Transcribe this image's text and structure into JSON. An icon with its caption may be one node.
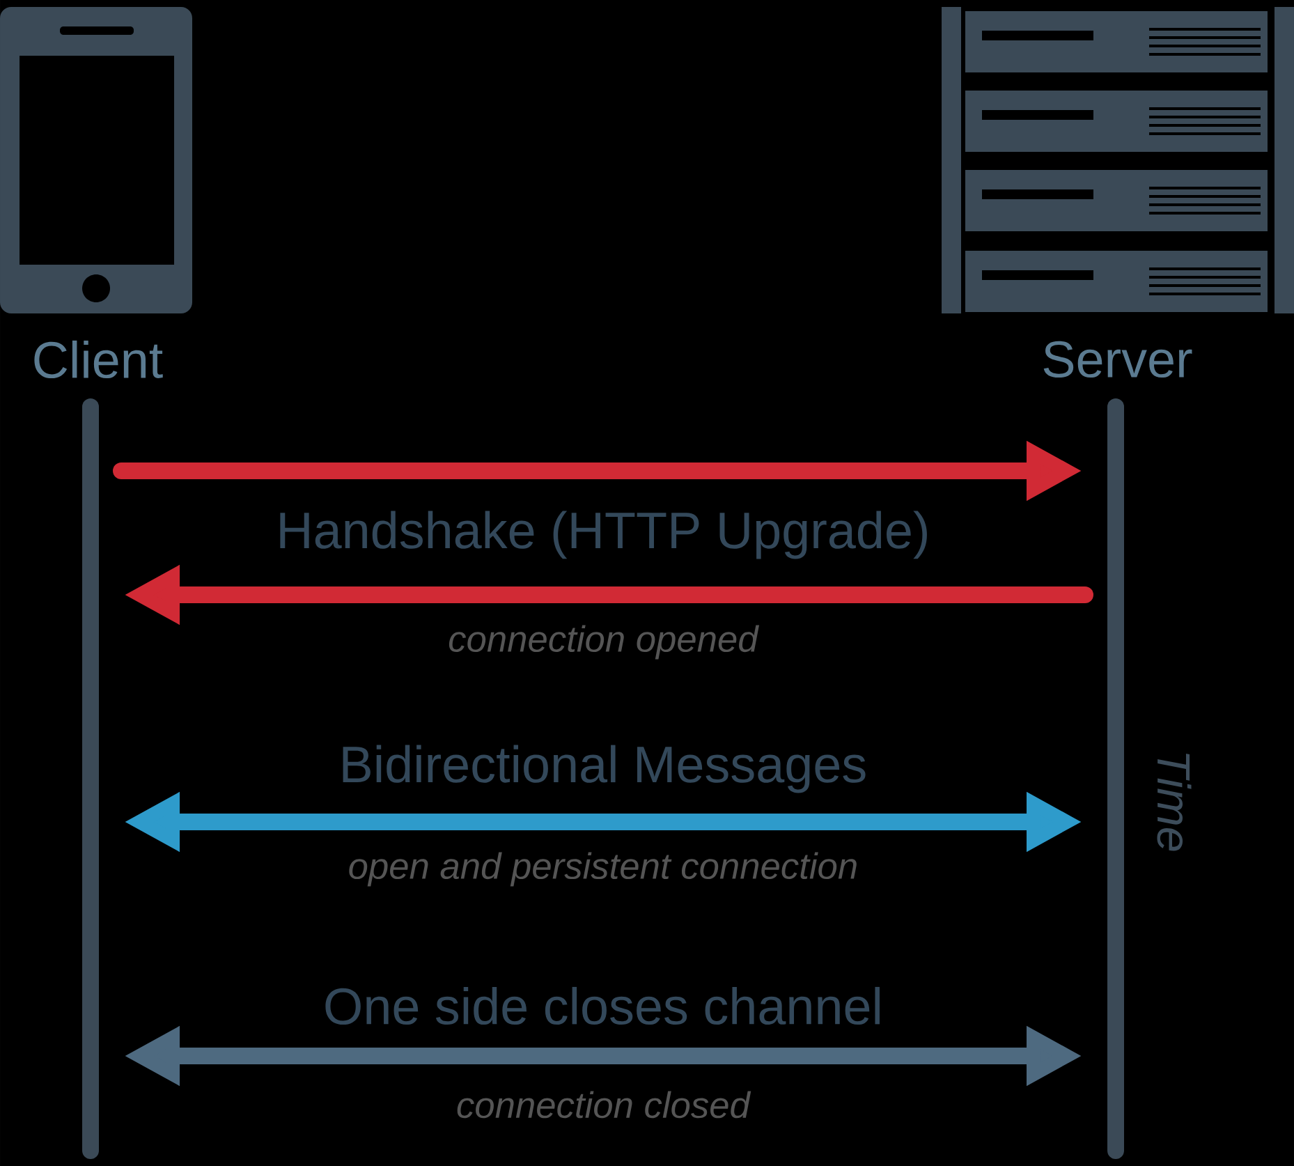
{
  "diagram": {
    "nodes": [
      {
        "text": [
          "Client"
        ]
      },
      {
        "text": [
          "Server"
        ]
      }
    ],
    "edges": [
      {
        "from": 0,
        "to": 1,
        "arrow": "to",
        "color": "#d12a35"
      },
      {
        "from": 1,
        "to": 0,
        "arrow": "to",
        "label": "Handshake (HTTP Upgrade)",
        "color": "#d12a35"
      },
      {
        "from": 0,
        "to": 1,
        "arrow": "both",
        "label": "Bidirectional Messages",
        "color": "#2e9bcb"
      },
      {
        "from": 0,
        "to": 1,
        "arrow": "both",
        "label": "One side closes channel",
        "color": "#4e6a80"
      }
    ],
    "labels": [
      "connection opened",
      "open and persistent connection",
      "connection closed",
      "Time"
    ]
  }
}
